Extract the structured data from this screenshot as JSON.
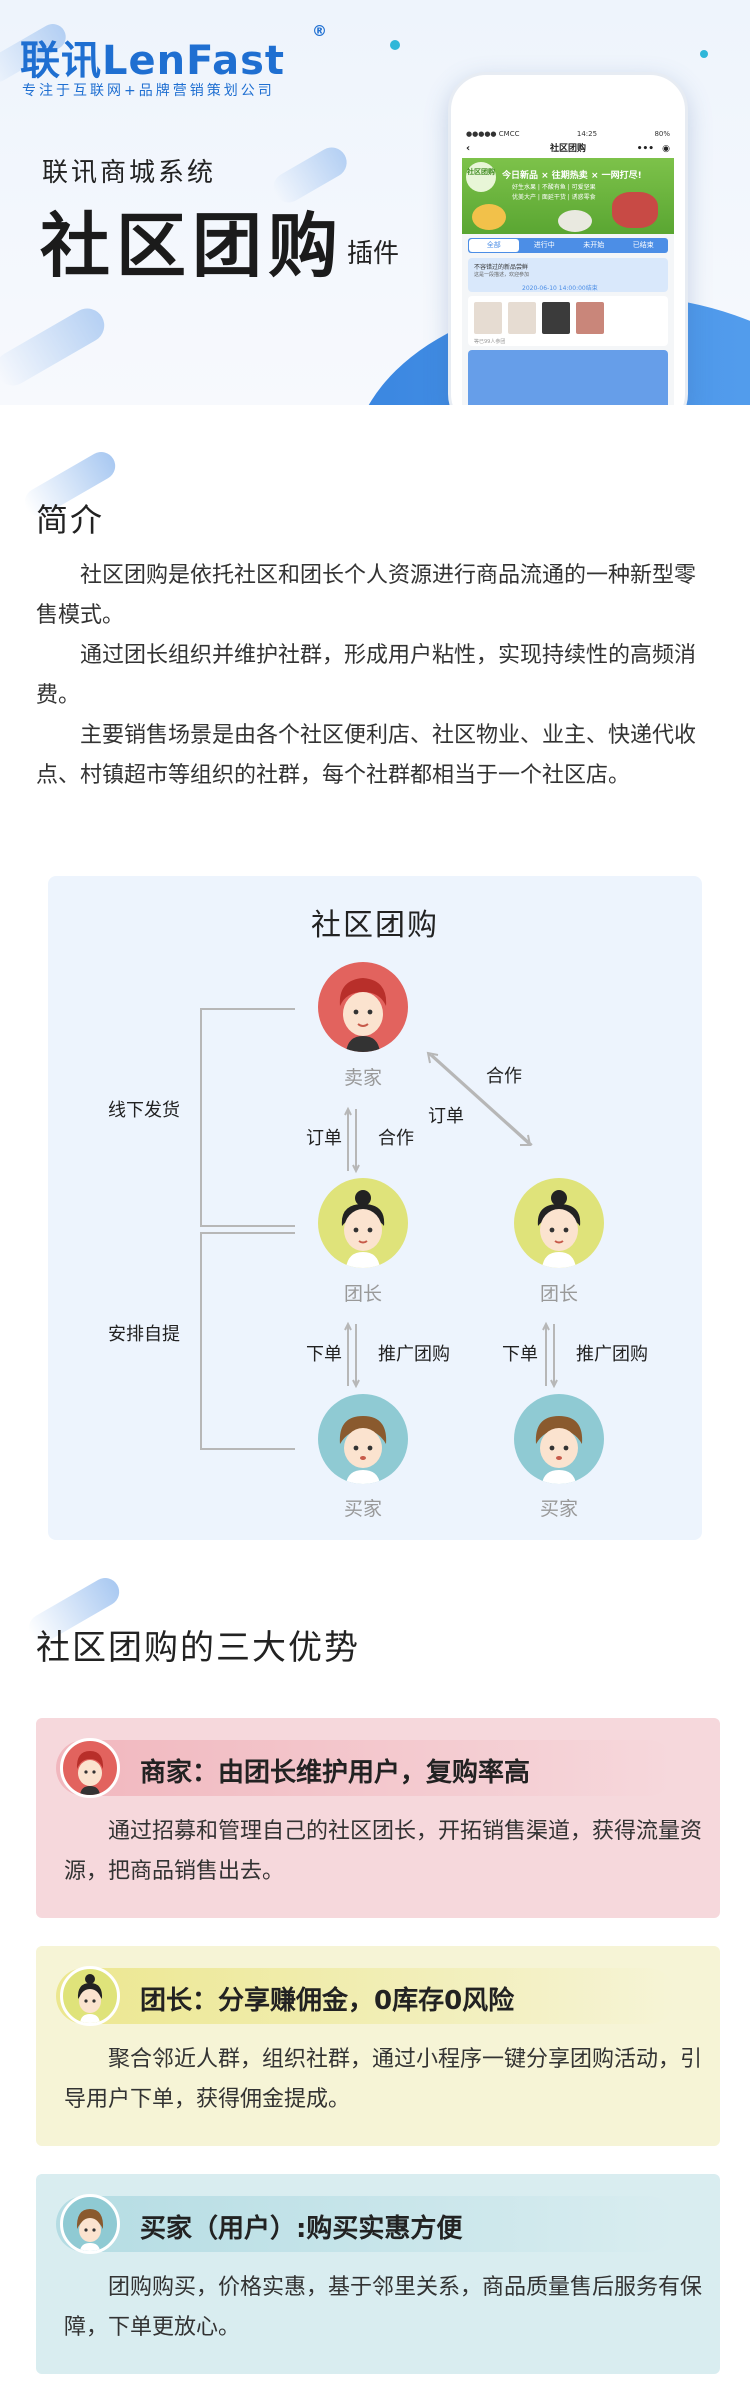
{
  "brand": {
    "logo_text": "联讯LenFast",
    "registered": "®",
    "slogan": "专注于互联网+品牌营销策划公司"
  },
  "hero": {
    "system_name": "联讯商城系统",
    "title": "社区团购",
    "subtitle": "插件"
  },
  "phone": {
    "carrier": "●●●●● CMCC",
    "time": "14:25",
    "battery": "80%",
    "page_title": "社区团购",
    "banner_badge": "社区团购",
    "banner_headline": "今日新品 × 往期热卖 × 一网打尽!",
    "banner_line1": "好生水果 | 不酸有鱼 | 可爱坚果",
    "banner_line2": "优美大产 | 面延干货 | 诱惑零食",
    "tabs": [
      "全部",
      "进行中",
      "未开始",
      "已结束"
    ],
    "card_title": "不容错过的新品尝鲜",
    "card_sub": "这是一段描述，欢迎参加",
    "card_date": "2020-06-10 14:00:00结束",
    "card2_note": "等已99人参团"
  },
  "intro": {
    "heading": "简介",
    "paragraphs": [
      "社区团购是依托社区和团长个人资源进行商品流通的一种新型零售模式。",
      "通过团长组织并维护社群，形成用户粘性，实现持续性的高频消费。",
      "主要销售场景是由各个社区便利店、社区物业、业主、快递代收点、村镇超市等组织的社群，每个社群都相当于一个社区店。"
    ]
  },
  "diagram": {
    "title": "社区团购",
    "roles": {
      "seller": "卖家",
      "leader1": "团长",
      "leader2": "团长",
      "buyer1": "买家",
      "buyer2": "买家"
    },
    "labels": {
      "offline": "线下发货",
      "pickup": "安排自提",
      "order_left": "订单",
      "coop_left": "合作",
      "order_diag": "订单",
      "coop_diag": "合作",
      "place_order_1": "下单",
      "promote_1": "推广团购",
      "place_order_2": "下单",
      "promote_2": "推广团购"
    }
  },
  "advantages": {
    "heading": "社区团购的三大优势",
    "items": [
      {
        "title": "商家：由团长维护用户，复购率高",
        "body": "通过招募和管理自己的社区团长，开拓销售渠道，获得流量资源，把商品销售出去。",
        "bg": "#f6d8dc",
        "pill": "#f1b7be"
      },
      {
        "title": "团长：分享赚佣金，0库存0风险",
        "body": "聚合邻近人群，组织社群，通过小程序一键分享团购活动，引导用户下单，获得佣金提成。",
        "bg": "#f6f4d6",
        "pill": "#ece78f"
      },
      {
        "title": "买家（用户）:购买实惠方便",
        "body": "团购购买，价格实惠，基于邻里关系，商品质量售后服务有保障，下单更放心。",
        "bg": "#d9edf0",
        "pill": "#b4dce3"
      }
    ]
  },
  "colors": {
    "brand_blue": "#1f6fd1",
    "seller_red": "#e2635e",
    "leader_yellow": "#dfe37a",
    "buyer_teal": "#8fcad3"
  }
}
